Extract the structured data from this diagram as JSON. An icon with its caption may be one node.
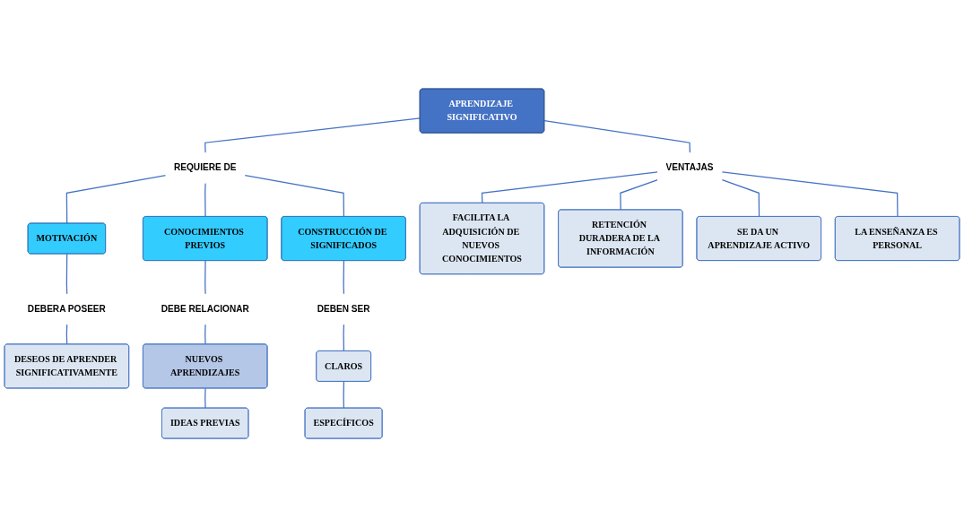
{
  "diagram": {
    "nodes": [
      {
        "text": [
          "APRENDIZAJE SIGNIFICATIVO"
        ]
      },
      {
        "text": [
          "VENTAJAS"
        ]
      },
      {
        "text": [
          "REQUIERE DE"
        ]
      },
      {
        "text": [
          "MOTIVACIÓN"
        ]
      },
      {
        "text": [
          "CONOCIMIENTOS PREVIOS"
        ]
      },
      {
        "text": [
          "CONSTRUCCIÓN DE SIGNIFICADOS"
        ]
      },
      {
        "text": [
          "DEBERA POSEER"
        ]
      },
      {
        "text": [
          "DESEOS DE APRENDER SIGNIFICATIVAMENTE"
        ]
      },
      {
        "text": [
          "DEBE RELACIONAR"
        ]
      },
      {
        "text": [
          "NUEVOS APRENDIZAJES"
        ]
      },
      {
        "text": [
          "IDEAS PREVIAS"
        ]
      },
      {
        "text": [
          "DEBEN SER"
        ]
      },
      {
        "text": [
          "CLAROS"
        ]
      },
      {
        "text": [
          "ESPECÍFICOS"
        ]
      },
      {
        "text": [
          "FACILITA LA ADQUISICIÓN DE NUEVOS CONOCIMIENTOS"
        ]
      },
      {
        "text": [
          "RETENCIÓN DURADERA DE LA INFORMACIÓN"
        ]
      },
      {
        "text": [
          "SE DA UN APRENDIZAJE ACTIVO"
        ]
      },
      {
        "text": [
          "LA ENSEÑANZA ES PERSONAL"
        ]
      }
    ],
    "edges": [
      {
        "from": 0,
        "to": 1,
        "arrow": "none"
      },
      {
        "from": 0,
        "to": 2,
        "arrow": "none"
      },
      {
        "from": 2,
        "to": 3,
        "arrow": "none"
      },
      {
        "from": 2,
        "to": 4,
        "arrow": "none"
      },
      {
        "from": 2,
        "to": 5,
        "arrow": "none"
      },
      {
        "from": 3,
        "to": 6,
        "arrow": "none"
      },
      {
        "from": 6,
        "to": 7,
        "arrow": "none"
      },
      {
        "from": 4,
        "to": 8,
        "arrow": "none"
      },
      {
        "from": 8,
        "to": 9,
        "arrow": "none"
      },
      {
        "from": 9,
        "to": 10,
        "arrow": "none"
      },
      {
        "from": 5,
        "to": 11,
        "arrow": "none"
      },
      {
        "from": 11,
        "to": 12,
        "arrow": "none"
      },
      {
        "from": 12,
        "to": 13,
        "arrow": "none"
      },
      {
        "from": 1,
        "to": 14,
        "arrow": "none"
      },
      {
        "from": 1,
        "to": 15,
        "arrow": "none"
      },
      {
        "from": 1,
        "to": 16,
        "arrow": "none"
      },
      {
        "from": 1,
        "to": 17,
        "arrow": "none"
      }
    ]
  }
}
